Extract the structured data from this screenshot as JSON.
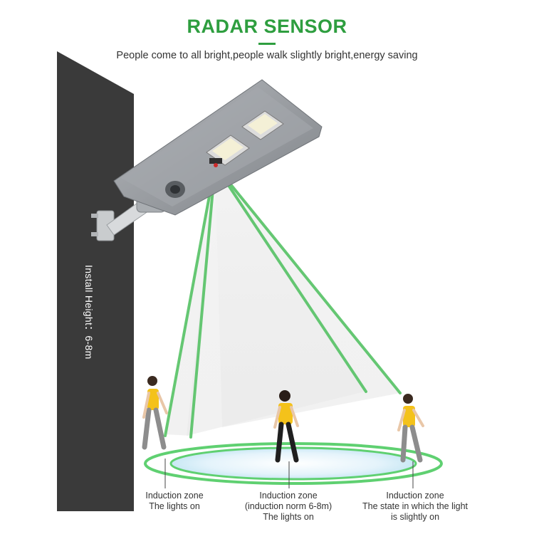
{
  "header": {
    "title": "RADAR SENSOR",
    "subtitle": "People come to all bright,people walk slightly bright,energy saving"
  },
  "pole": {
    "install_label": "Install Height：6-8m"
  },
  "zones": [
    {
      "line1": "Induction zone",
      "line2": "The lights on",
      "line3": ""
    },
    {
      "line1": "Induction zone",
      "line2": "(induction norm 6-8m)",
      "line3": "The lights on"
    },
    {
      "line1": "Induction zone",
      "line2": "The state in which the light",
      "line3": "is slightly on"
    }
  ],
  "colors": {
    "accent": "#2e9e3f",
    "wall": "#3a3a3a",
    "beam": "#4cbf5c",
    "ring": "#5fd071",
    "person_shirt": "#f4c21a",
    "person_pants": "#8d8d8d"
  }
}
